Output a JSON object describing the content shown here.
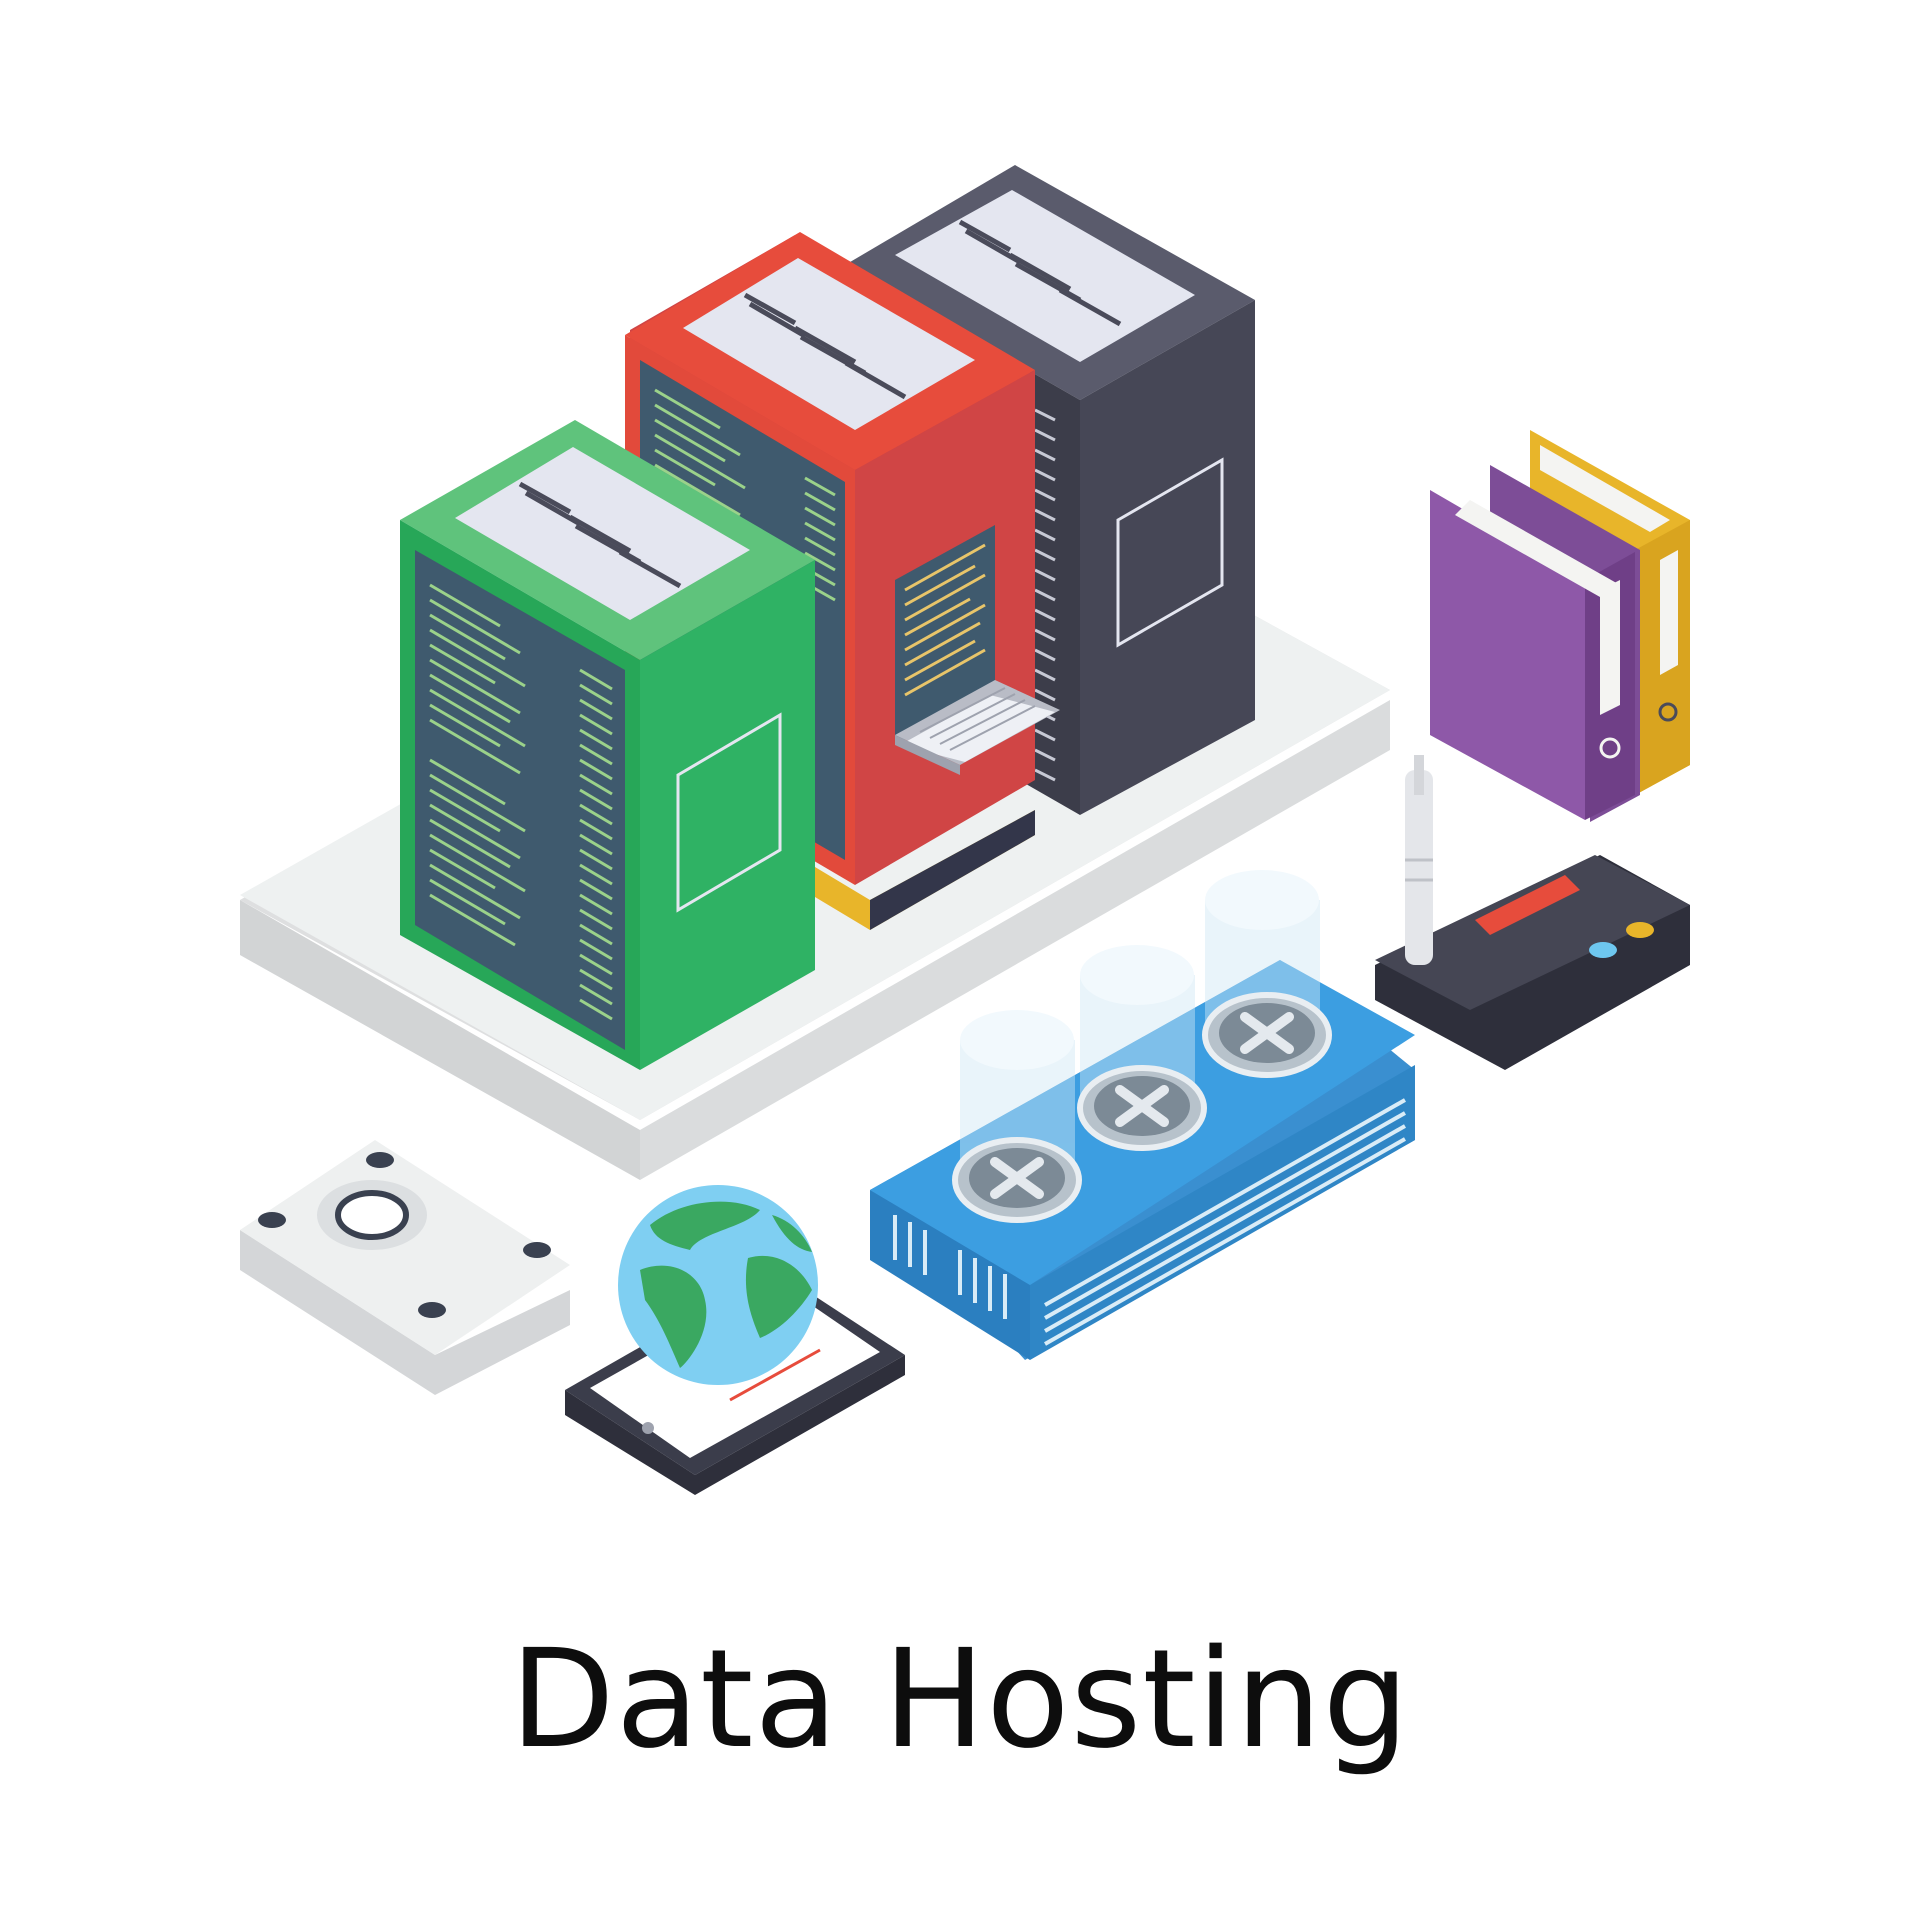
{
  "caption": "Data Hosting",
  "objects": {
    "platform": "server-platform",
    "servers": [
      "green-server-rack",
      "red-server-rack",
      "dark-server-rack"
    ],
    "binders": [
      "purple-binder",
      "yellow-binder"
    ],
    "router": "wifi-router",
    "cooler": "cooling-fan-unit",
    "drive": "hard-drive",
    "globe": "globe-on-tablet",
    "laptop": "laptop"
  },
  "colors": {
    "green": "#2fb264",
    "red": "#e74c3c",
    "dark": "#4a4b5a",
    "blue": "#3498db",
    "purple": "#8e58a8",
    "yellow": "#e8b52a",
    "platform": "#eef0f0"
  }
}
